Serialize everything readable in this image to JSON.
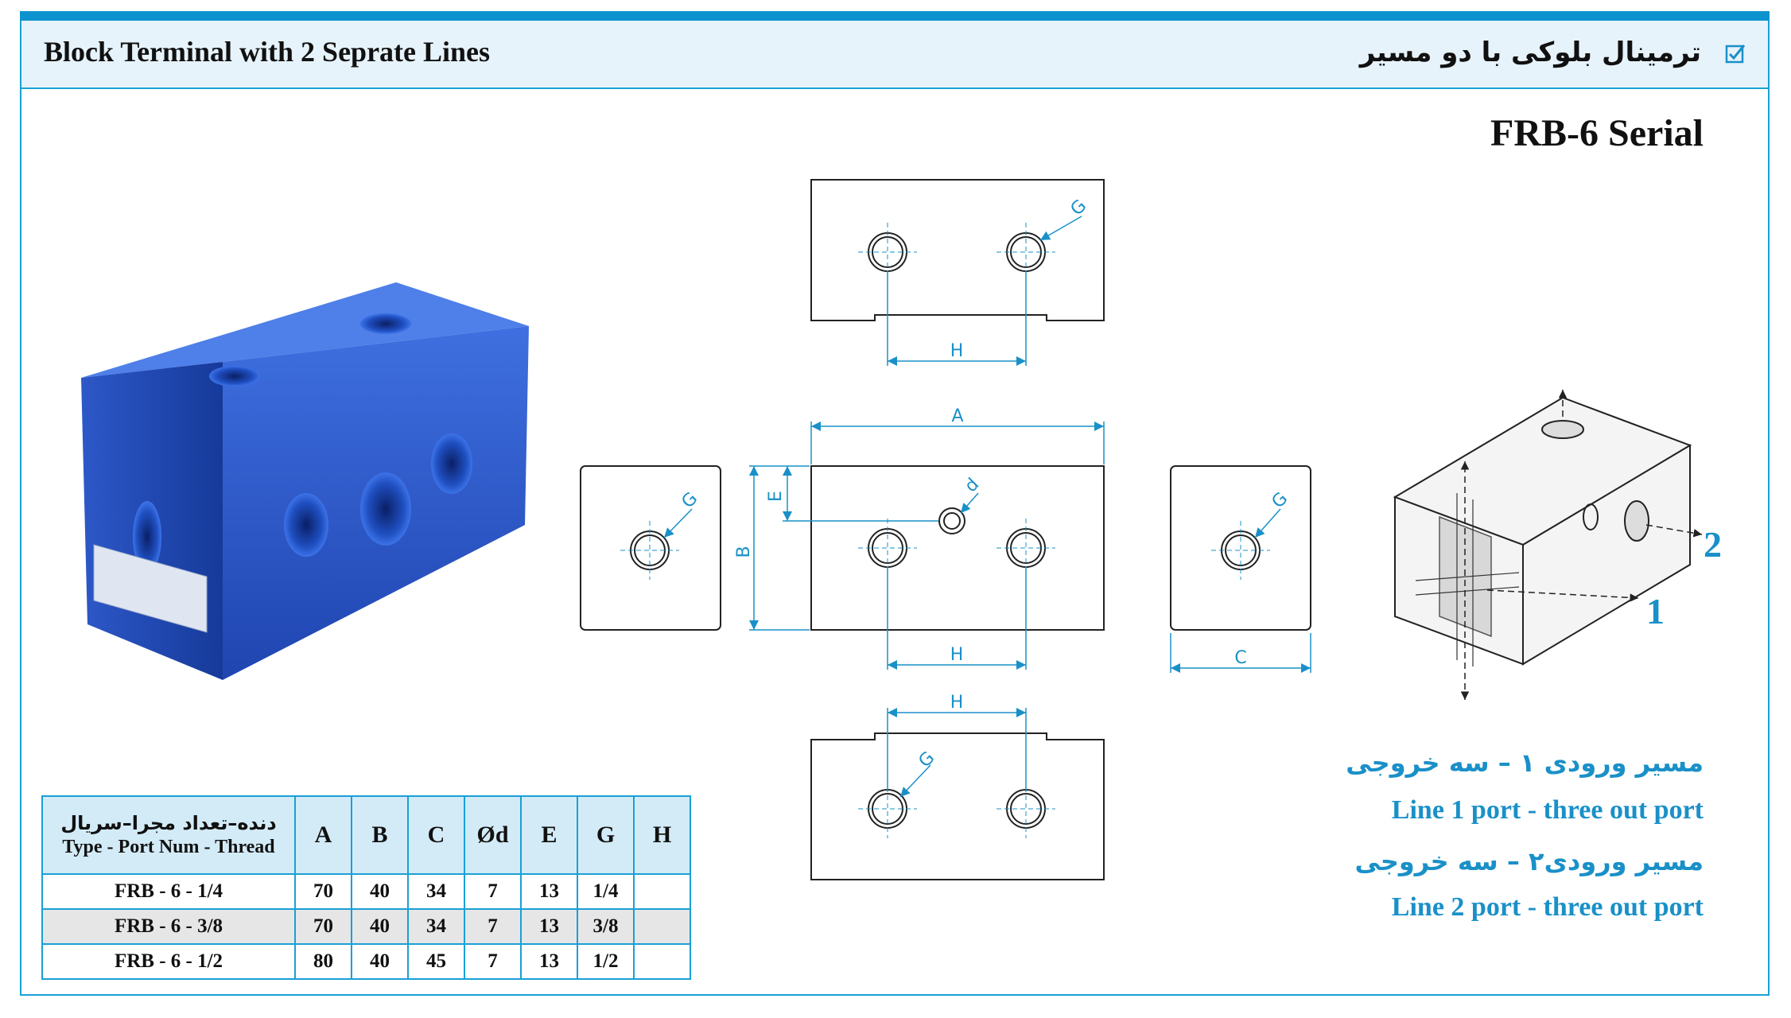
{
  "header": {
    "title_en": "Block Terminal with 2 Seprate Lines",
    "title_fa": "ترمینال بلوکی با دو مسیر",
    "icon": "checkbox-icon"
  },
  "serial": "FRB-6 Serial",
  "drawing": {
    "dims": {
      "A": "A",
      "B": "B",
      "C": "C",
      "E": "E",
      "G": "G",
      "H": "H",
      "d": "d"
    }
  },
  "iso": {
    "port1": "1",
    "port2": "2"
  },
  "lines": {
    "line1_fa": "مسیر ورودی ۱ – سه خروجی",
    "line1_en": "Line 1 port - three out port",
    "line2_fa": "مسیر ورودی۲ – سه خروجی",
    "line2_en": "Line 2 port - three out port"
  },
  "table": {
    "type_header_fa": "دنده–تعداد مجرا–سریال",
    "type_header_en": "Type - Port Num - Thread",
    "headers": [
      "A",
      "B",
      "C",
      "Ød",
      "E",
      "G",
      "H"
    ],
    "rows": [
      [
        "FRB - 6 - 1/4",
        "70",
        "40",
        "34",
        "7",
        "13",
        "1/4",
        ""
      ],
      [
        "FRB - 6 - 3/8",
        "70",
        "40",
        "34",
        "7",
        "13",
        "3/8",
        ""
      ],
      [
        "FRB - 6 - 1/2",
        "80",
        "40",
        "45",
        "7",
        "13",
        "1/2",
        ""
      ]
    ]
  },
  "colors": {
    "accent": "#1aa0d6",
    "header_bg": "#e6f3fb",
    "label_blue": "#1a90c8",
    "block_blue": "#2b5ccc"
  }
}
